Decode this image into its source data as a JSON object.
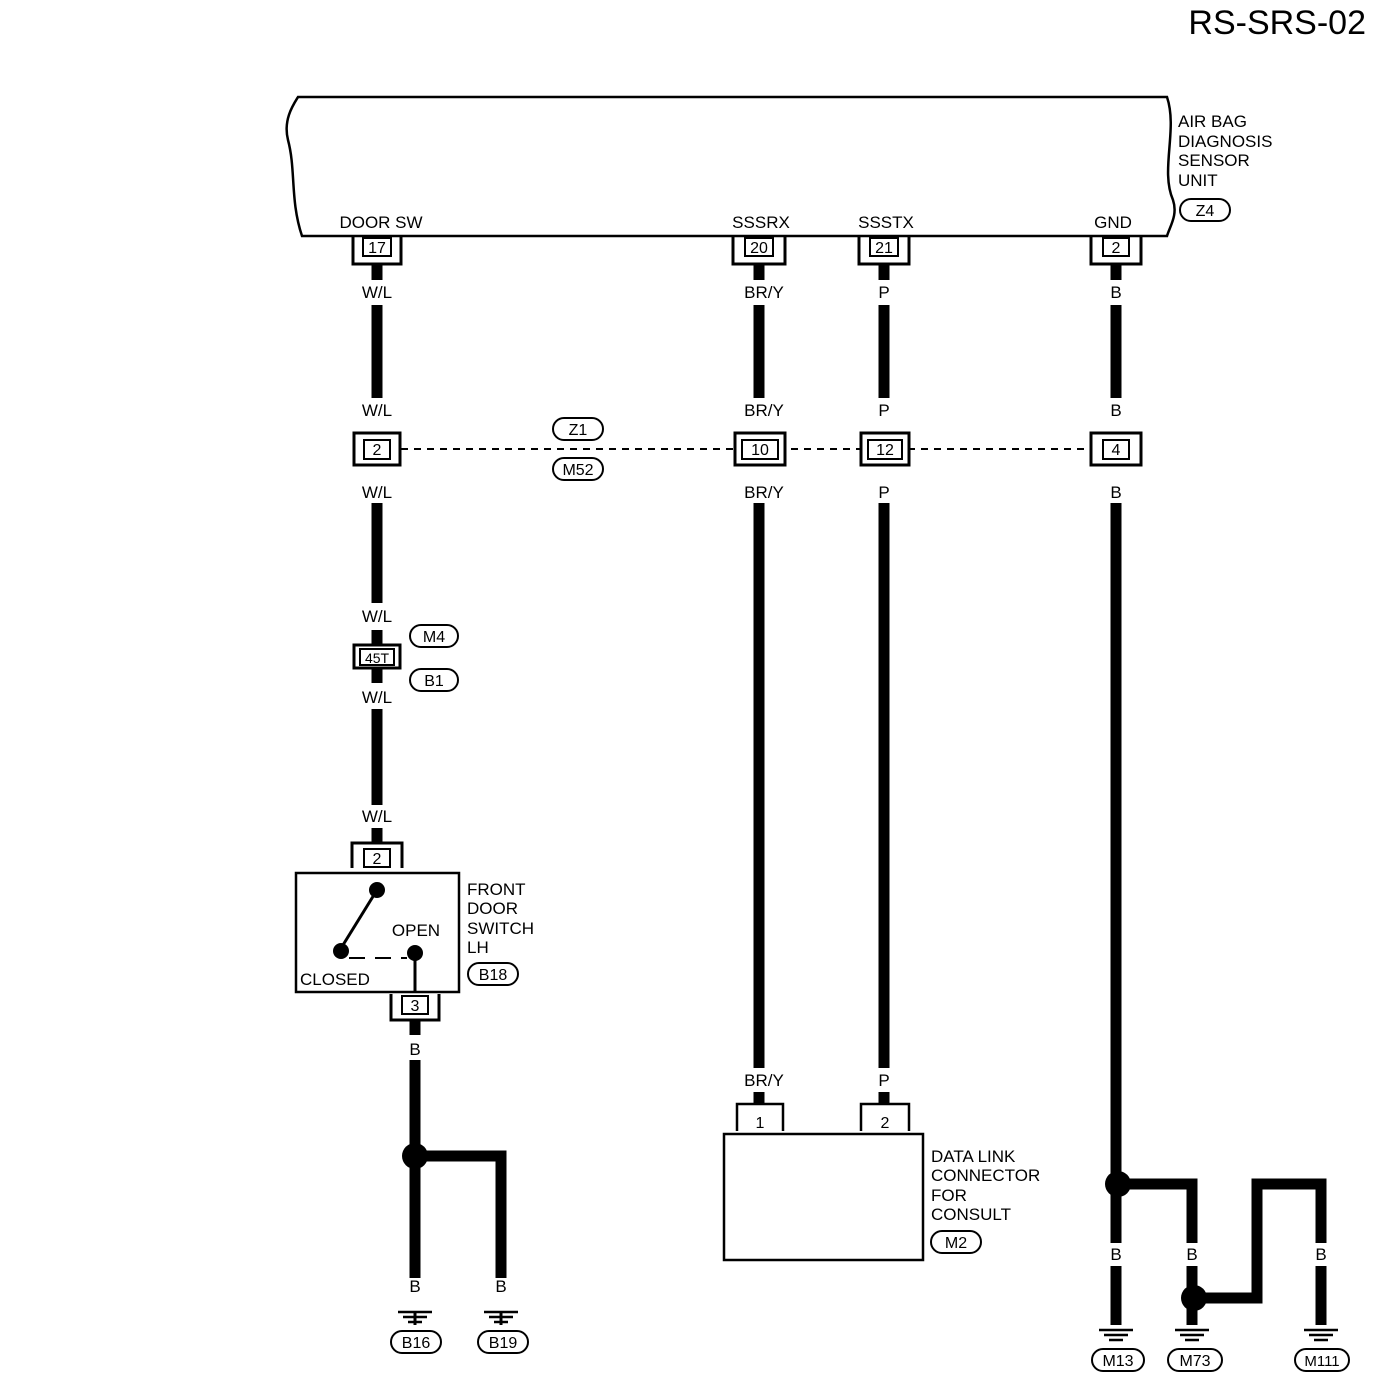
{
  "page_id": "RS-SRS-02",
  "airbag_unit": {
    "label_lines": [
      "AIR BAG",
      "DIAGNOSIS",
      "SENSOR",
      "UNIT"
    ],
    "connector": "Z4",
    "terminals": {
      "door_sw": {
        "name": "DOOR SW",
        "pin": "17"
      },
      "sssrx": {
        "name": "SSSRX",
        "pin": "20"
      },
      "ssstx": {
        "name": "SSSTX",
        "pin": "21"
      },
      "gnd": {
        "name": "GND",
        "pin": "2"
      }
    }
  },
  "wire_colors": {
    "wl": "W/L",
    "bry": "BR/Y",
    "p": "P",
    "b": "B"
  },
  "joint_connector": {
    "codes": [
      "Z1",
      "M52"
    ],
    "pins": {
      "door": "2",
      "sssrx": "10",
      "ssstx": "12",
      "gnd": "4"
    }
  },
  "inline_connector": {
    "pin": "45T",
    "codes": [
      "M4",
      "B1"
    ]
  },
  "front_door_switch": {
    "label_lines": [
      "FRONT",
      "DOOR",
      "SWITCH",
      "LH"
    ],
    "connector": "B18",
    "pin_top": "2",
    "pin_bottom": "3",
    "state_open": "OPEN",
    "state_closed": "CLOSED"
  },
  "data_link_connector": {
    "label_lines": [
      "DATA LINK",
      "CONNECTOR",
      "FOR",
      "CONSULT"
    ],
    "connector": "M2",
    "pins": [
      "1",
      "2"
    ]
  },
  "grounds": [
    "B16",
    "B19",
    "M13",
    "M73",
    "M111"
  ]
}
